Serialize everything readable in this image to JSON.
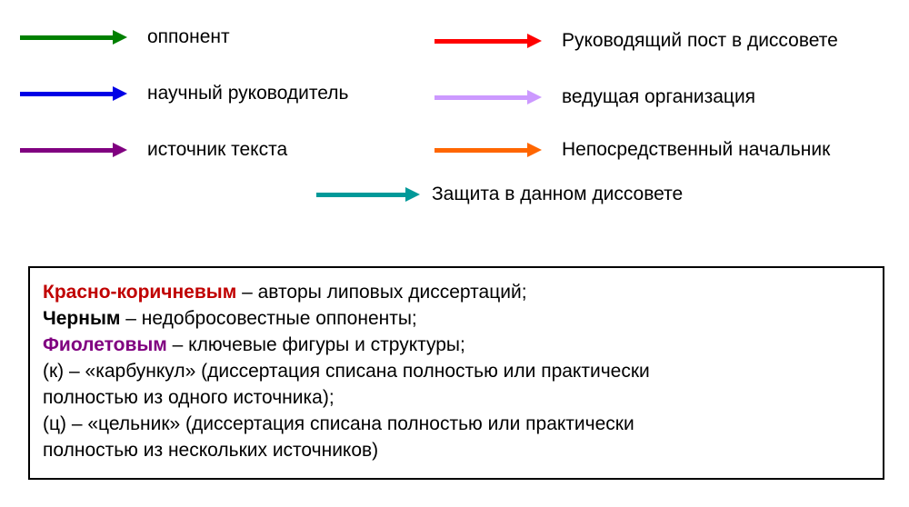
{
  "legend": {
    "items": [
      {
        "id": "opponent",
        "label": "оппонент",
        "color": "#008000"
      },
      {
        "id": "supervisor",
        "label": "научный руководитель",
        "color": "#0000E6"
      },
      {
        "id": "text-source",
        "label": "источник текста",
        "color": "#800080"
      },
      {
        "id": "council-post",
        "label": "Руководящий пост в диссовете",
        "color": "#FF0000"
      },
      {
        "id": "leading-org",
        "label": "ведущая организация",
        "color": "#CC99FF"
      },
      {
        "id": "direct-boss",
        "label": "Непосредственный начальник",
        "color": "#FF6600"
      },
      {
        "id": "defense-council",
        "label": "Защита в данном диссовете",
        "color": "#009999"
      }
    ]
  },
  "note_box": {
    "colored_lines": [
      {
        "term": "Красно-коричневым",
        "color": "#C00000",
        "rest": " – авторы липовых диссертаций;"
      },
      {
        "term": "Черным",
        "color": "#000000",
        "rest": " – недобросовестные оппоненты;"
      },
      {
        "term": "Фиолетовым",
        "color": "#800080",
        "rest": " – ключевые фигуры и структуры;"
      }
    ],
    "plain_lines": [
      "(к) – «карбункул» (диссертация списана полностью или практически",
      "полностью из одного источника);",
      "(ц) – «цельник» (диссертация списана полностью или практически",
      "полностью из нескольких источников)"
    ]
  }
}
